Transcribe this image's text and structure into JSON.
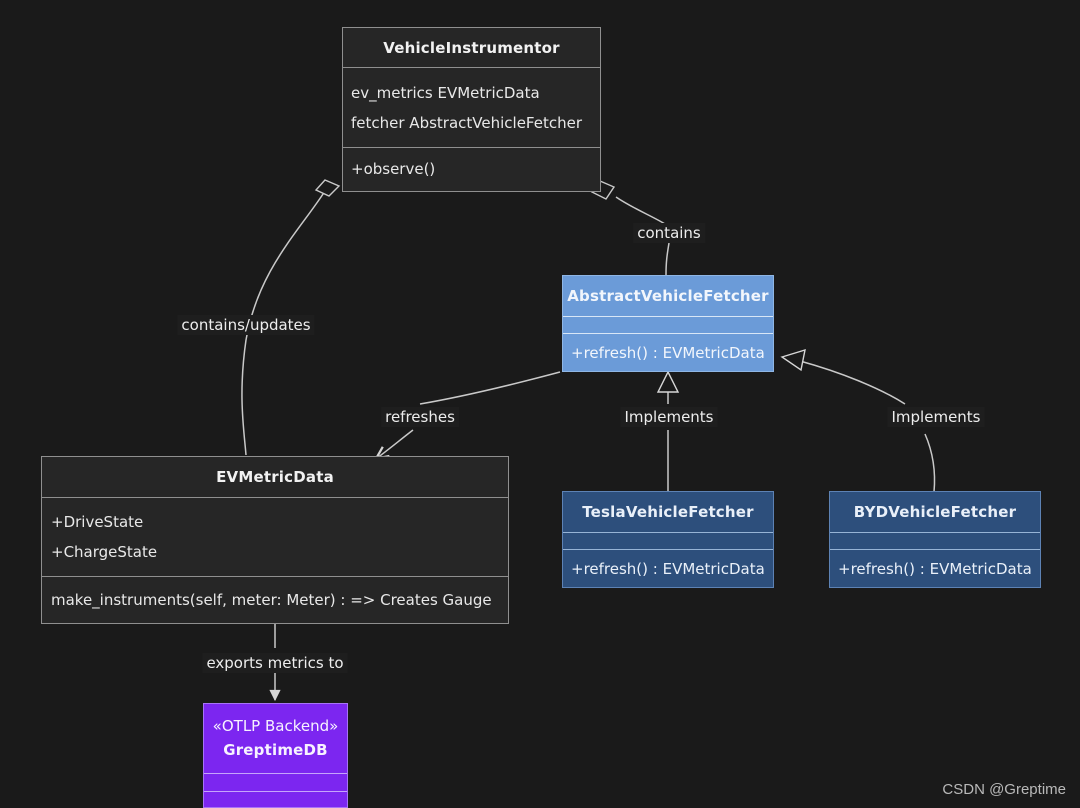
{
  "diagram": {
    "type": "uml-class-diagram",
    "background_color": "#1a1a1a",
    "watermark": "CSDN @Greptime"
  },
  "nodes": {
    "vehicle_instrumentor": {
      "name": "VehicleInstrumentor",
      "attributes": [
        "ev_metrics EVMetricData",
        "fetcher AbstractVehicleFetcher"
      ],
      "methods": [
        "+observe()"
      ],
      "fill": "#262626",
      "stroke": "#8f8f8f"
    },
    "abstract_vehicle_fetcher": {
      "name": "AbstractVehicleFetcher",
      "attributes": [],
      "methods": [
        "+refresh() : EVMetricData"
      ],
      "fill": "#6b9bd8",
      "stroke": "#8fb6e4"
    },
    "ev_metric_data": {
      "name": "EVMetricData",
      "attributes": [
        "+DriveState",
        "+ChargeState"
      ],
      "methods": [
        "make_instruments(self, meter: Meter) : => Creates Gauge"
      ],
      "fill": "#262626",
      "stroke": "#8f8f8f"
    },
    "tesla_vehicle_fetcher": {
      "name": "TeslaVehicleFetcher",
      "attributes": [],
      "methods": [
        "+refresh() : EVMetricData"
      ],
      "fill": "#2d4f7c",
      "stroke": "#5d82b4"
    },
    "byd_vehicle_fetcher": {
      "name": "BYDVehicleFetcher",
      "attributes": [],
      "methods": [
        "+refresh() : EVMetricData"
      ],
      "fill": "#2d4f7c",
      "stroke": "#5d82b4"
    },
    "greptimedb": {
      "stereotype": "«OTLP Backend»",
      "name": "GreptimeDB",
      "attributes": [],
      "methods": [],
      "fill": "#7c26f0",
      "stroke": "#a873f7"
    }
  },
  "edges": [
    {
      "id": "contains-updates",
      "label": "contains/updates",
      "from": "vehicle_instrumentor",
      "to": "ev_metric_data",
      "kind": "aggregation"
    },
    {
      "id": "contains",
      "label": "contains",
      "from": "vehicle_instrumentor",
      "to": "abstract_vehicle_fetcher",
      "kind": "aggregation"
    },
    {
      "id": "refreshes",
      "label": "refreshes",
      "from": "abstract_vehicle_fetcher",
      "to": "ev_metric_data",
      "kind": "association"
    },
    {
      "id": "implements-tesla",
      "label": "Implements",
      "from": "tesla_vehicle_fetcher",
      "to": "abstract_vehicle_fetcher",
      "kind": "generalization"
    },
    {
      "id": "implements-byd",
      "label": "Implements",
      "from": "byd_vehicle_fetcher",
      "to": "abstract_vehicle_fetcher",
      "kind": "generalization"
    },
    {
      "id": "exports-metrics",
      "label": "exports metrics to",
      "from": "ev_metric_data",
      "to": "greptimedb",
      "kind": "dependency"
    }
  ]
}
